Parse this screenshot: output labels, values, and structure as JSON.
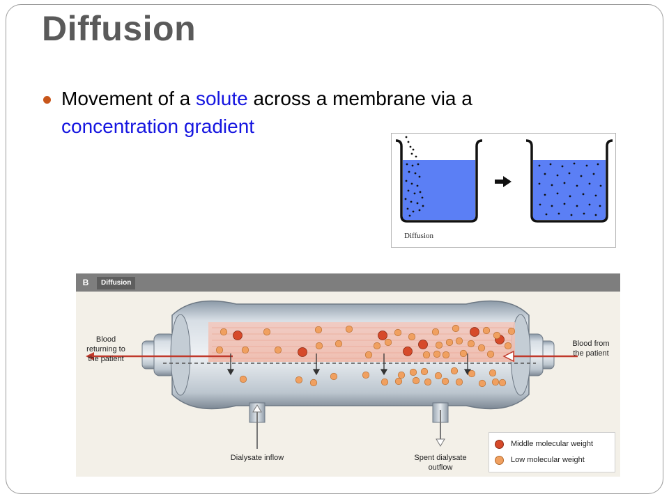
{
  "slide": {
    "title": "Diffusion",
    "bullet": {
      "part1": "Movement of a ",
      "highlight1": "solute",
      "part2": " across a membrane via a ",
      "highlight2": "concentration gradient"
    }
  },
  "figure_beakers": {
    "caption": "Diffusion",
    "water_color": "#5b7ff5"
  },
  "figure_dialyzer": {
    "panel_letter": "B",
    "panel_title": "Diffusion",
    "label_left": "Blood returning to the patient",
    "label_right": "Blood from the patient",
    "label_inflow": "Dialysate inflow",
    "label_outflow": "Spent dialysate outflow",
    "legend": [
      {
        "label": "Middle molecular weight",
        "color": "#d64a2a"
      },
      {
        "label": "Low molecular weight",
        "color": "#f0a060"
      }
    ]
  },
  "colors": {
    "accent_bullet": "#c8561a",
    "highlight_text": "#1515e0"
  }
}
